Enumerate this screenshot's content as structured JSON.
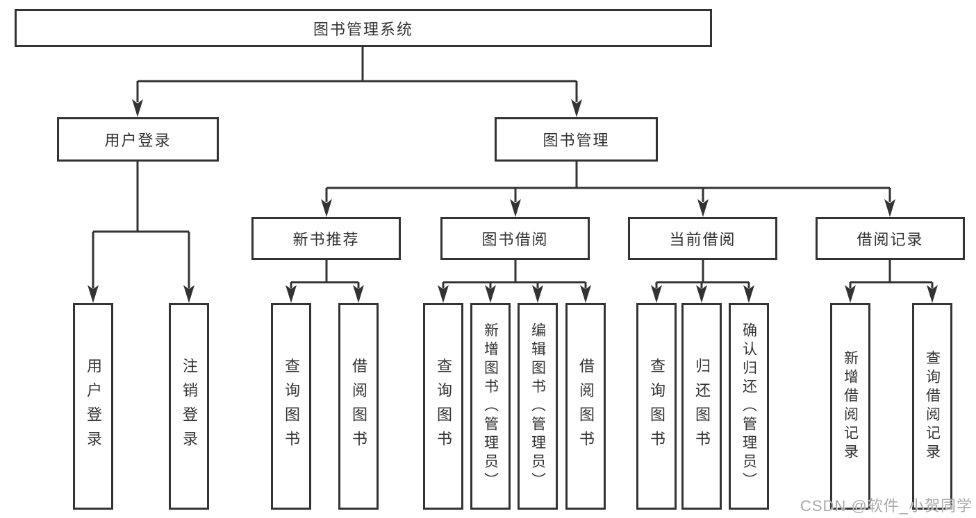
{
  "diagram": {
    "root": {
      "label": "图书管理系统"
    },
    "branches": [
      {
        "label": "用户登录",
        "children": [
          {
            "label": "用户登录"
          },
          {
            "label": "注销登录"
          }
        ]
      },
      {
        "label": "图书管理",
        "children": [
          {
            "label": "新书推荐",
            "children": [
              {
                "label": "查询图书"
              },
              {
                "label": "借阅图书"
              }
            ]
          },
          {
            "label": "图书借阅",
            "children": [
              {
                "label": "查询图书"
              },
              {
                "label": "新增图书（管理员）"
              },
              {
                "label": "编辑图书（管理员）"
              },
              {
                "label": "借阅图书"
              }
            ]
          },
          {
            "label": "当前借阅",
            "children": [
              {
                "label": "查询图书"
              },
              {
                "label": "归还图书"
              },
              {
                "label": "确认归还（管理员）"
              }
            ]
          },
          {
            "label": "借阅记录",
            "children": [
              {
                "label": "新增借阅记录"
              },
              {
                "label": "查询借阅记录"
              }
            ]
          }
        ]
      }
    ]
  },
  "colors": {
    "line": "#333333",
    "text": "#333333",
    "background": "#ffffff",
    "watermark": "#a9a9a9"
  },
  "watermark": {
    "text": "CSDN @软件_小贺同学"
  }
}
